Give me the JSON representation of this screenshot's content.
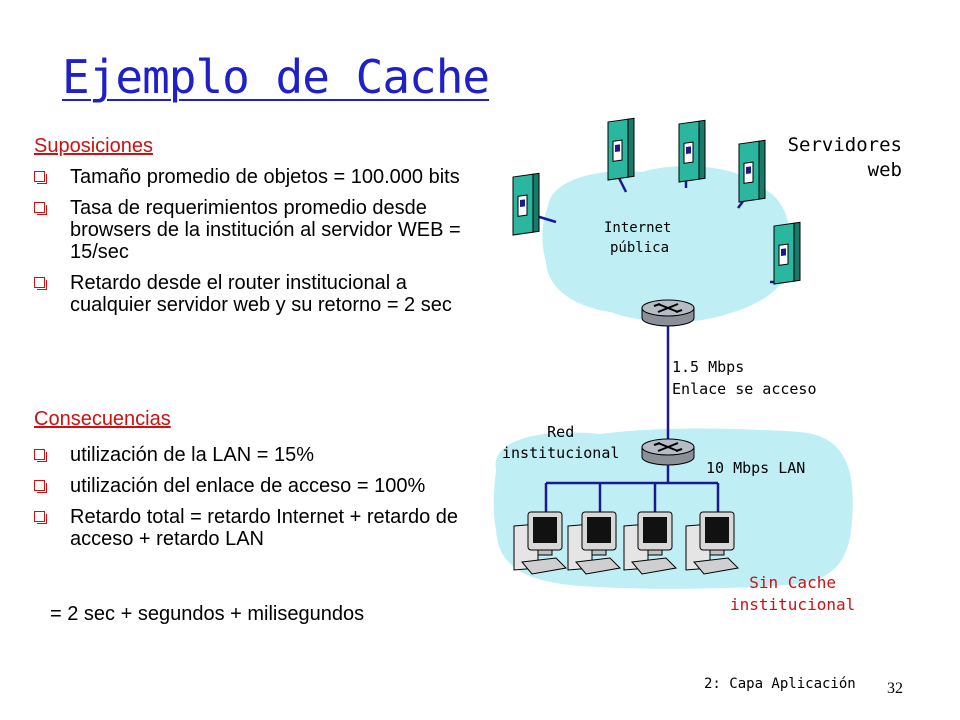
{
  "title": "Ejemplo de Cache",
  "assumptions": {
    "heading": "Suposiciones",
    "items": [
      "Tamaño promedio de objetos = 100.000 bits",
      "Tasa de requerimientos promedio desde browsers de la institución al servidor WEB = 15/sec",
      "Retardo desde el router institucional a cualquier servidor web y su retorno = 2 sec"
    ]
  },
  "consequences": {
    "heading": "Consecuencias",
    "items": [
      "utilización de la LAN = 15%",
      "utilización del enlace de acceso = 100%",
      "Retardo total = retardo Internet + retardo de acceso + retardo LAN"
    ],
    "total": "= 2 sec + segundos + milisegundos"
  },
  "diagram": {
    "servers_label": [
      "Servidores",
      "web"
    ],
    "internet_label": [
      "Internet",
      "pública"
    ],
    "access_link_label": [
      "1.5 Mbps",
      "Enlace se acceso"
    ],
    "institutional_net_label": [
      "Red",
      "institucional"
    ],
    "lan_label": "10 Mbps LAN",
    "no_cache_label": [
      "Sin Cache",
      "institucional"
    ]
  },
  "footer": {
    "chapter": "2: Capa Aplicación",
    "page": "32"
  },
  "colors": {
    "title": "#2020c8",
    "accent_red": "#cc1111",
    "cloud": "#bfeef5",
    "server": "#2bb6a0"
  }
}
